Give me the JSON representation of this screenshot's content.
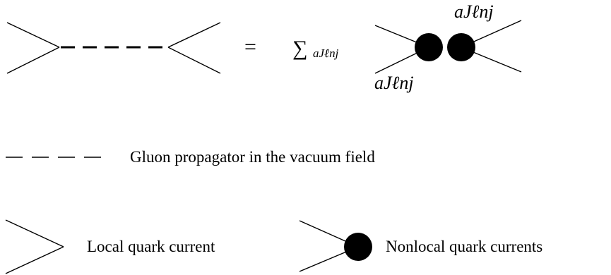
{
  "equation": {
    "equals": "=",
    "sum_symbol": "∑",
    "sum_index": "aJℓnj",
    "upper_label": "aJℓnj",
    "lower_label": "aJℓnj"
  },
  "legend": {
    "dashed_caption": "Gluon propagator in the vacuum field",
    "local_caption": "Local quark current",
    "nonlocal_caption": "Nonlocal quark currents"
  },
  "colors": {
    "line": "#000000",
    "background": "#ffffff"
  }
}
